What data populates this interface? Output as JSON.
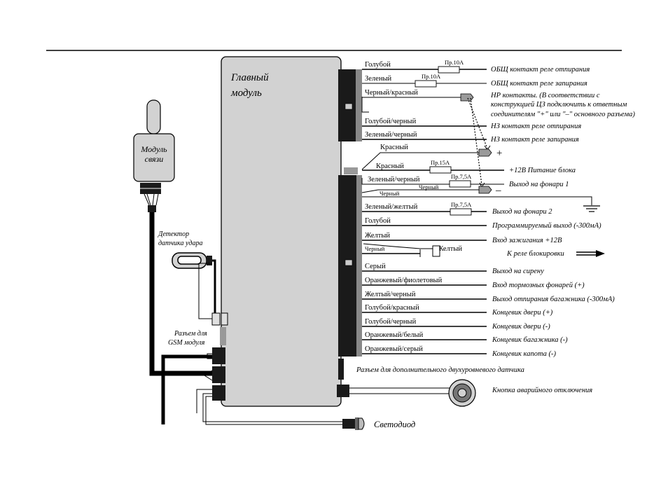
{
  "main_module": {
    "line1": "Главный",
    "line2": "модуль"
  },
  "comm_module": {
    "line1": "Модуль",
    "line2": "связи"
  },
  "shock_sensor": {
    "line1": "Детектор",
    "line2": "датчика удара"
  },
  "gsm_connector": {
    "line1": "Разъем для",
    "line2": "GSM модуля"
  },
  "upper_wires": [
    {
      "color_label": "Голубой",
      "fuse": "Пр.10А",
      "function": "ОБЩ контакт реле отпирания"
    },
    {
      "color_label": "Зеленый",
      "fuse": "Пр.10А",
      "function": "ОБЩ контакт реле запирания"
    },
    {
      "color_label": "Черный/красный",
      "fuse": "",
      "function": "НР контакты. (В соответствии с"
    },
    {
      "color_label": "Голубой/черный",
      "fuse": "",
      "function": "НЗ  контакт реле отпирания"
    },
    {
      "color_label": "Зеленый/черный",
      "fuse": "",
      "function": "НЗ  контакт реле запирания"
    }
  ],
  "nr_note": {
    "line2": "конструкцией ЦЗ подключить к ответным",
    "line3": "соединителям \"+\" или \"–\" основного разъема)"
  },
  "power_wires": {
    "red_top": "Красный",
    "red": {
      "color_label": "Красный",
      "fuse": "Пр.15А",
      "function": "+12В Питание блока"
    },
    "green_black": {
      "color_label": "Зеленый/черный",
      "fuse": "Пр.7,5А",
      "function": "Выход на фонари 1"
    },
    "black_small": "Черный",
    "black_fuse_label": "Черный",
    "plus_sign": "+",
    "minus_sign": "–"
  },
  "lower_wires": [
    {
      "color_label": "Зеленый/желтый",
      "fuse": "Пр.7,5А",
      "function": "Выход на фонари 2"
    },
    {
      "color_label": "Голубой",
      "fuse": "",
      "function": "Программируемый выход (-300мА)"
    },
    {
      "color_label": "Желтый",
      "fuse": "",
      "function": "Вход зажигания +12В"
    },
    {
      "color_label": "Черный",
      "fuse": "",
      "function": "К реле блокировки"
    },
    {
      "color_label": "Серый",
      "fuse": "",
      "function": "Выход на сирену"
    },
    {
      "color_label": "Оранжевый/фиолетовый",
      "fuse": "",
      "function": "Вход тормозных фонарей (+)"
    },
    {
      "color_label": "Желтый/черный",
      "fuse": "",
      "function": "Выход отпирания багажника (-300мА)"
    },
    {
      "color_label": "Голубой/красный",
      "fuse": "",
      "function": "Концевик двери (+)"
    },
    {
      "color_label": "Голубой/черный",
      "fuse": "",
      "function": "Концевик двери (-)"
    },
    {
      "color_label": "Оранжевый/белый",
      "fuse": "",
      "function": "Концевик багажника (-)"
    },
    {
      "color_label": "Оранжевый/серый",
      "fuse": "",
      "function": "Концевик капота (-)"
    }
  ],
  "relay_yellow_label": "Желтый",
  "extra_sensor": "Разъем для дополнительного двухуровневого датчика",
  "emergency_button": "Кнопка аварийного отключения",
  "led": "Светодиод",
  "colors": {
    "module_fill": "#d2d2d2",
    "connector": "#1a1a1a",
    "wire": "#000000"
  }
}
